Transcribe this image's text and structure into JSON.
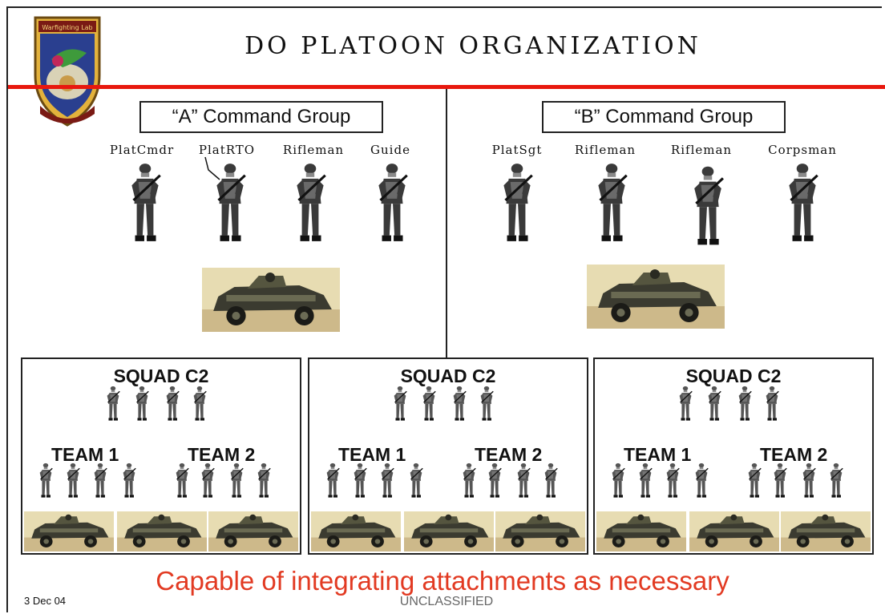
{
  "title": "DO PLATOON ORGANIZATION",
  "logo": {
    "banner_top": "Warfighting Lab",
    "banner_bottom": ""
  },
  "groups": [
    {
      "label": "“A” Command Group",
      "roles": [
        "PlatCmdr",
        "PlatRTO",
        "Rifleman",
        "Guide"
      ]
    },
    {
      "label": "“B” Command Group",
      "roles": [
        "PlatSgt",
        "Rifleman",
        "Rifleman",
        "Corpsman"
      ]
    }
  ],
  "squads": [
    {
      "title": "SQUAD C2",
      "teams": [
        "TEAM 1",
        "TEAM 2"
      ]
    },
    {
      "title": "SQUAD C2",
      "teams": [
        "TEAM 1",
        "TEAM 2"
      ]
    },
    {
      "title": "SQUAD C2",
      "teams": [
        "TEAM 1",
        "TEAM 2"
      ]
    }
  ],
  "tagline": "Capable of integrating attachments as necessary",
  "footer": {
    "date": "3 Dec 04",
    "classification": "UNCLASSIFIED"
  },
  "colors": {
    "accent_red": "#e8180e",
    "tagline": "#e23a22",
    "frame": "#222222"
  }
}
